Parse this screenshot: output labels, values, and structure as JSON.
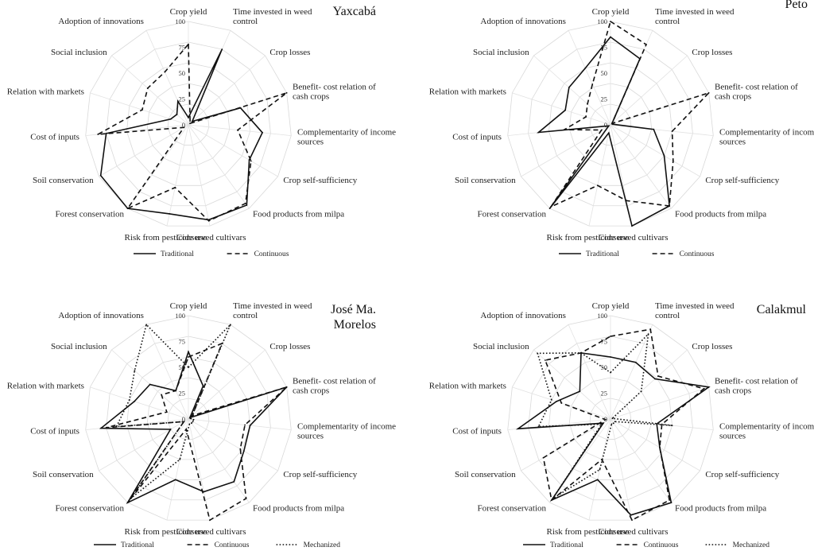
{
  "chart_data": [
    {
      "type": "radar",
      "title": "Yaxcabá",
      "axes": [
        "Crop yield",
        "Time invested in weed control",
        "Crop losses",
        "Benefit- cost relation of cash crops",
        "Complementarity of income sources",
        "Crop self-sufficiency",
        "Food products from milpa",
        "Conserved cultivars",
        "Risk from pesticide use",
        "Forest conservation",
        "Soil conservation",
        "Cost of inputs",
        "Relation with markets",
        "Social inclusion",
        "Adoption of innovations"
      ],
      "rlim": [
        0,
        100
      ],
      "ticks": [
        "0",
        "25",
        "50",
        "75",
        "100"
      ],
      "series": [
        {
          "name": "Traditional",
          "style": "solid",
          "values": [
            7,
            80,
            5,
            53,
            72,
            68,
            96,
            94,
            88,
            100,
            98,
            80,
            18,
            15,
            25
          ]
        },
        {
          "name": "Continuous",
          "style": "dashed",
          "values": [
            78,
            4,
            2,
            100,
            48,
            70,
            94,
            95,
            62,
            100,
            5,
            88,
            47,
            53,
            56
          ]
        }
      ]
    },
    {
      "type": "radar",
      "title": "Peto",
      "axes": [
        "Crop yield",
        "Time invested in weed control",
        "Crop losses",
        "Benefit- cost relation of cash crops",
        "Complementarity of income sources",
        "Crop self-sufficiency",
        "Food products from milpa",
        "Conserved cultivars",
        "Risk from pesticide use",
        "Forest conservation",
        "Soil conservation",
        "Cost of inputs",
        "Relation with markets",
        "Social inclusion",
        "Adoption of innovations"
      ],
      "rlim": [
        0,
        100
      ],
      "ticks": [
        "0",
        "25",
        "50",
        "75",
        "100"
      ],
      "series": [
        {
          "name": "Traditional",
          "style": "solid",
          "values": [
            85,
            70,
            2,
            2,
            42,
            60,
            97,
            100,
            8,
            100,
            2,
            70,
            46,
            54,
            60
          ]
        },
        {
          "name": "Continuous",
          "style": "dashed",
          "values": [
            100,
            85,
            2,
            100,
            60,
            70,
            97,
            75,
            60,
            98,
            10,
            45,
            25,
            30,
            43
          ]
        }
      ]
    },
    {
      "type": "radar",
      "title": "José Ma. Morelos",
      "axes": [
        "Crop yield",
        "Time invested in weed control",
        "Crop losses",
        "Benefit- cost relation of cash crops",
        "Complementarity of income sources",
        "Crop self-sufficiency",
        "Food products from milpa",
        "Conserved cultivars",
        "Risk from pesticide use",
        "Forest conservation",
        "Soil conservation",
        "Cost of inputs",
        "Relation with markets",
        "Social inclusion",
        "Adoption of innovations"
      ],
      "rlim": [
        0,
        100
      ],
      "ticks": [
        "0",
        "25",
        "50",
        "75",
        "100"
      ],
      "series": [
        {
          "name": "Traditional",
          "style": "solid",
          "values": [
            65,
            35,
            2,
            100,
            60,
            62,
            75,
            72,
            60,
            100,
            20,
            85,
            55,
            50,
            30
          ]
        },
        {
          "name": "Continuous",
          "style": "dashed",
          "values": [
            60,
            80,
            5,
            100,
            55,
            58,
            95,
            100,
            10,
            100,
            5,
            80,
            22,
            35,
            30
          ]
        },
        {
          "name": "Mechanized",
          "style": "dotted",
          "values": [
            50,
            100,
            5,
            2,
            5,
            5,
            5,
            5,
            40,
            95,
            5,
            70,
            60,
            70,
            100
          ]
        }
      ]
    },
    {
      "type": "radar",
      "title": "Calakmul",
      "axes": [
        "Crop yield",
        "Time invested in weed control",
        "Crop losses",
        "Benefit- cost relation of cash crops",
        "Complementarity of income sources",
        "Crop self-sufficiency",
        "Food products from milpa",
        "Conserved cultivars",
        "Risk from pesticide use",
        "Forest conservation",
        "Soil conservation",
        "Cost of inputs",
        "Relation with markets",
        "Social inclusion",
        "Adoption of innovations"
      ],
      "rlim": [
        0,
        100
      ],
      "ticks": [
        "0",
        "25",
        "50",
        "75",
        "100"
      ],
      "series": [
        {
          "name": "Traditional",
          "style": "solid",
          "values": [
            60,
            60,
            58,
            100,
            45,
            55,
            100,
            95,
            60,
            97,
            8,
            90,
            55,
            40,
            70
          ]
        },
        {
          "name": "Continuous",
          "style": "dashed",
          "values": [
            80,
            95,
            62,
            95,
            50,
            55,
            97,
            100,
            40,
            97,
            75,
            5,
            50,
            85,
            70
          ]
        },
        {
          "name": "Mechanized",
          "style": "dotted",
          "values": [
            45,
            90,
            40,
            2,
            60,
            5,
            5,
            5,
            50,
            95,
            10,
            70,
            60,
            95,
            70
          ]
        }
      ]
    }
  ]
}
